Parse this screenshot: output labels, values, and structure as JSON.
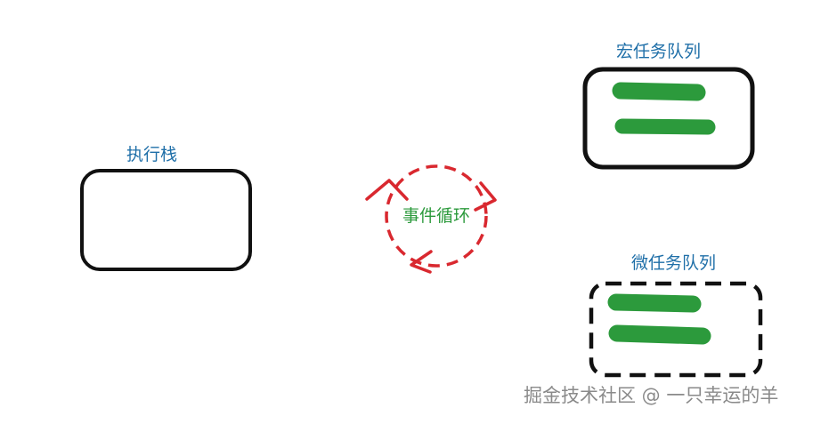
{
  "diagram": {
    "execution_stack": {
      "label": "执行栈"
    },
    "event_loop": {
      "label": "事件循环"
    },
    "macro_queue": {
      "label": "宏任务队列"
    },
    "micro_queue": {
      "label": "微任务队列"
    }
  },
  "colors": {
    "label_blue": "#1f6fa8",
    "loop_red": "#d9282f",
    "task_green": "#2c9a3c",
    "outline_black": "#111111"
  },
  "watermark": {
    "text": "掘金技术社区 @ 一只幸运的羊"
  }
}
